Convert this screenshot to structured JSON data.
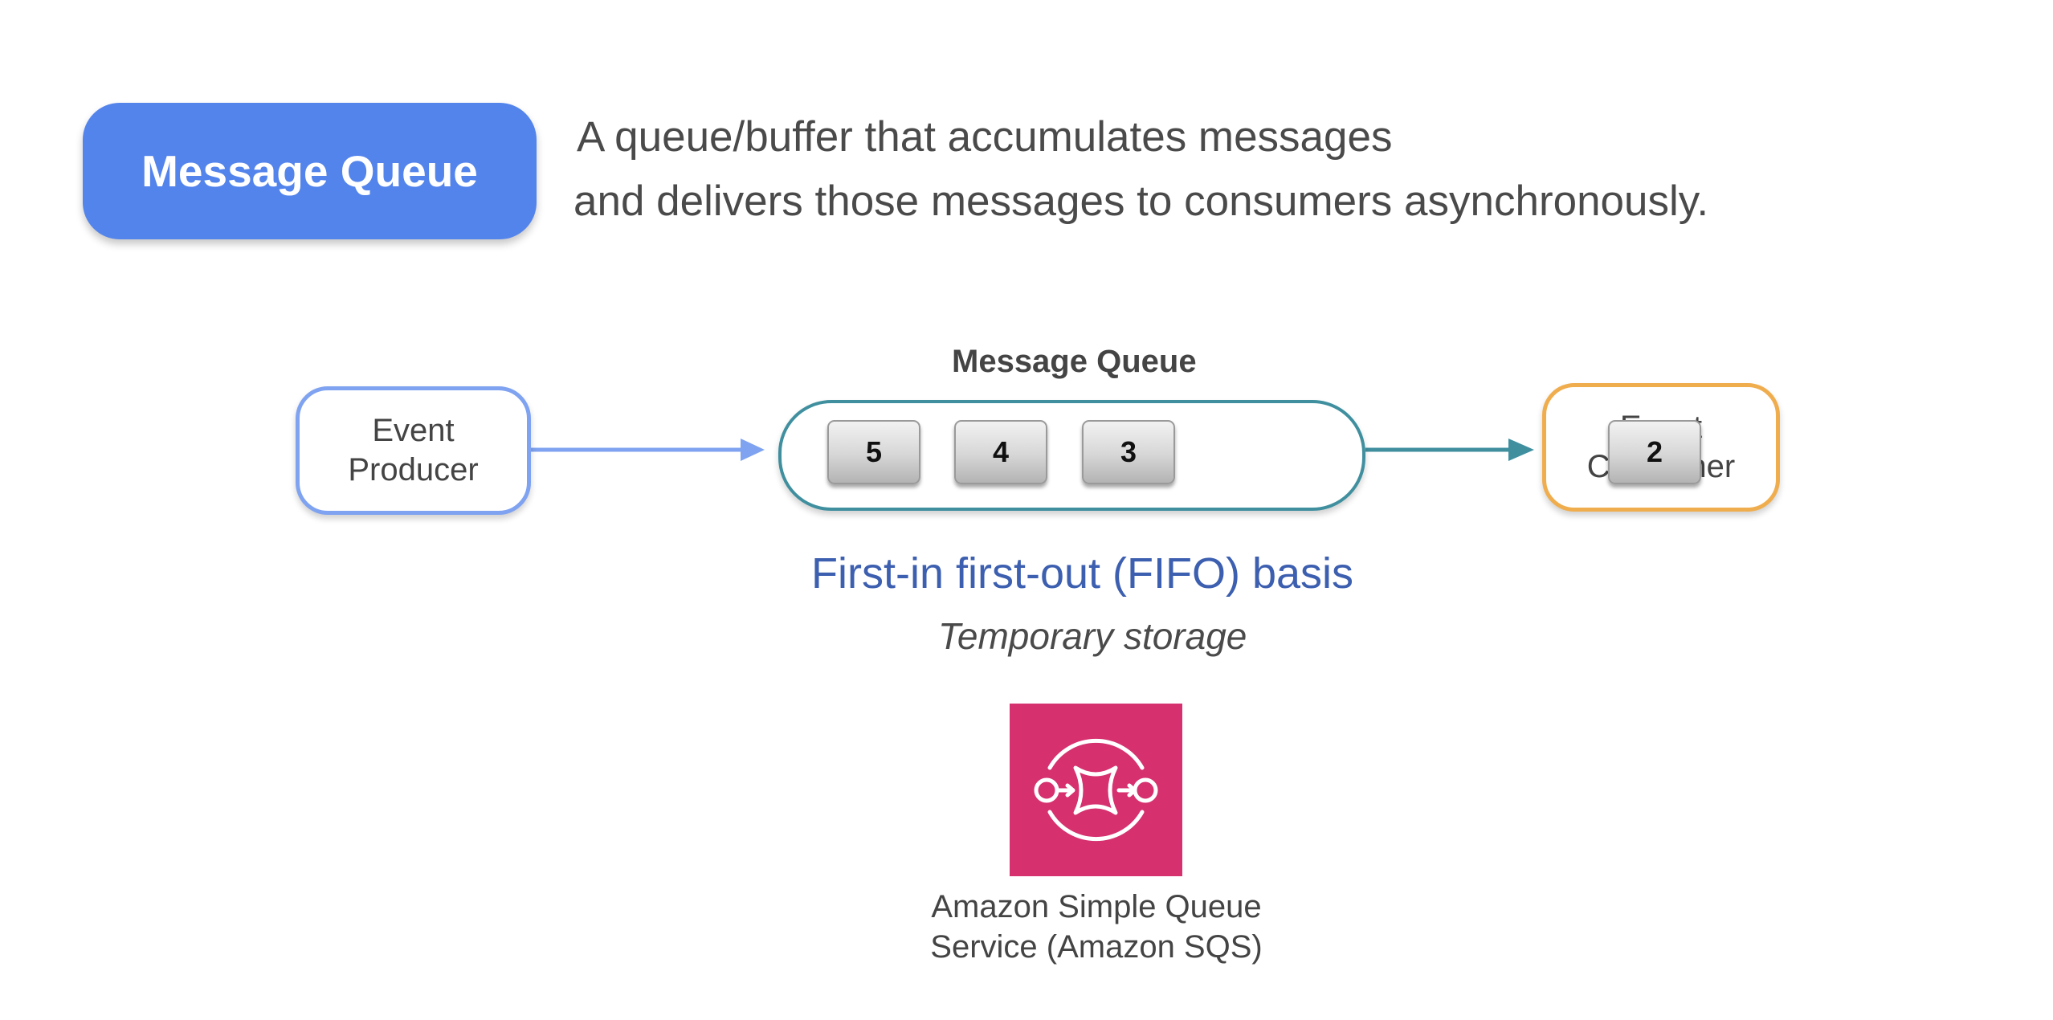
{
  "header": {
    "title": "Message Queue",
    "definition_line1": "A queue/buffer that accumulates messages",
    "definition_line2": "and delivers those messages to consumers asynchronously."
  },
  "diagram": {
    "queue_label": "Message Queue",
    "producer_line1": "Event",
    "producer_line2": "Producer",
    "consumer_line1": "Event",
    "consumer_line2": "Consumer",
    "queued_messages": [
      "5",
      "4",
      "3"
    ],
    "delivered_message": "2",
    "fifo_text": "First-in first-out (FIFO) basis",
    "storage_text": "Temporary storage",
    "colors": {
      "title_pill": "#5384ec",
      "producer_border": "#7fa3f0",
      "queue_border": "#3f8f9f",
      "consumer_border": "#f0ad4e",
      "fifo_text": "#3d5fb0",
      "sqs_icon_bg": "#d6306f"
    }
  },
  "service": {
    "icon": "amazon-sqs-icon",
    "name_line1": "Amazon Simple Queue",
    "name_line2": "Service (Amazon SQS)"
  }
}
